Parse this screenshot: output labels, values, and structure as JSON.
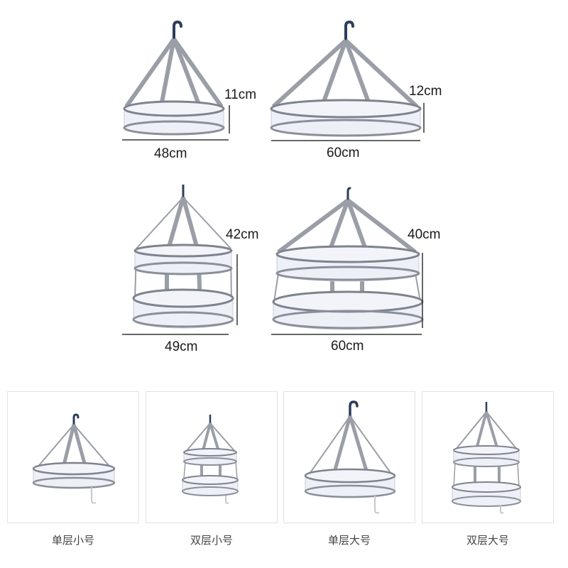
{
  "dimensions": {
    "single_small_height": "11cm",
    "single_small_width": "48cm",
    "single_large_height": "12cm",
    "single_large_width": "60cm",
    "double_small_height": "42cm",
    "double_small_width": "49cm",
    "double_large_height": "40cm",
    "double_large_width": "60cm"
  },
  "captions": [
    "单层小号",
    "双层小号",
    "单层大号",
    "双层大号"
  ],
  "colors": {
    "strap": "#9a9ea6",
    "rim": "#7e838d",
    "mesh": "#eef0f7",
    "hook": "#2c3e5c",
    "line": "#333333"
  }
}
